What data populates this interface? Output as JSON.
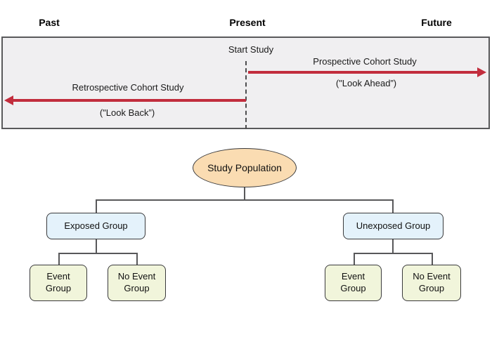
{
  "timeline": {
    "past_label": "Past",
    "present_label": "Present",
    "future_label": "Future",
    "start_study_label": "Start Study",
    "retrospective": {
      "title": "Retrospective Cohort Study",
      "subtitle": "(\"Look Back”)"
    },
    "prospective": {
      "title": "Prospective Cohort Study",
      "subtitle": "(\"Look Ahead”)"
    }
  },
  "tree": {
    "root_label": "Study Population",
    "exposed_label": "Exposed Group",
    "unexposed_label": "Unexposed Group",
    "exposed_children": [
      "Event Group",
      "No Event Group"
    ],
    "unexposed_children": [
      "Event Group",
      "No Event Group"
    ]
  },
  "colors": {
    "arrow_red": "#c22d3d",
    "panel_fill": "#f0eff1",
    "panel_border": "#59595b",
    "ellipse_fill": "#fadcb2",
    "exposed_box_fill": "#e4f2fb",
    "event_box_fill": "#f1f5db",
    "connector_gray": "#58585a",
    "text": "#1a1a1a"
  }
}
